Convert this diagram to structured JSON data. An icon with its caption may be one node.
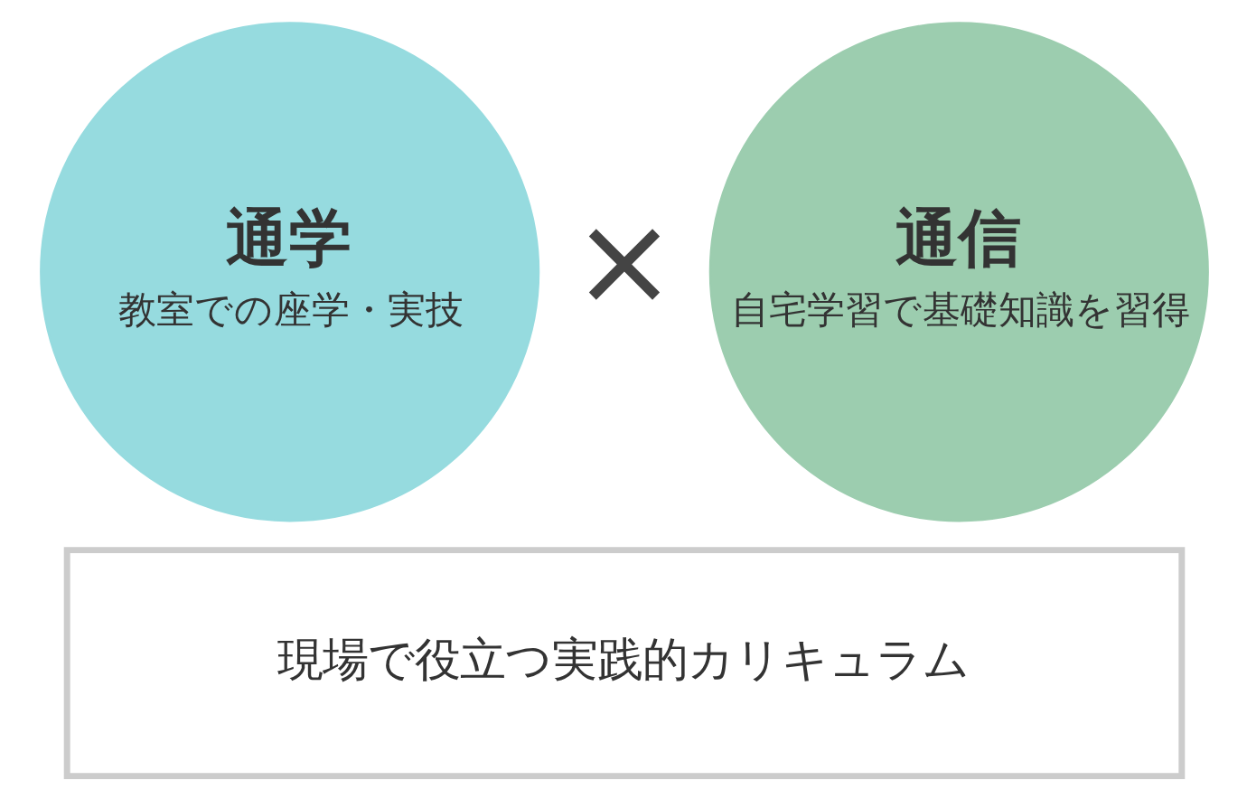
{
  "diagram": {
    "nodes": [
      {
        "text": [
          "通学",
          "教室での座学・実技"
        ]
      },
      {
        "text": [
          "通信",
          "自宅学習で基礎知識を習得"
        ]
      },
      {
        "text": [
          "現場で役立つ実践的カリキュラム"
        ]
      }
    ],
    "labels": [
      "×"
    ]
  }
}
